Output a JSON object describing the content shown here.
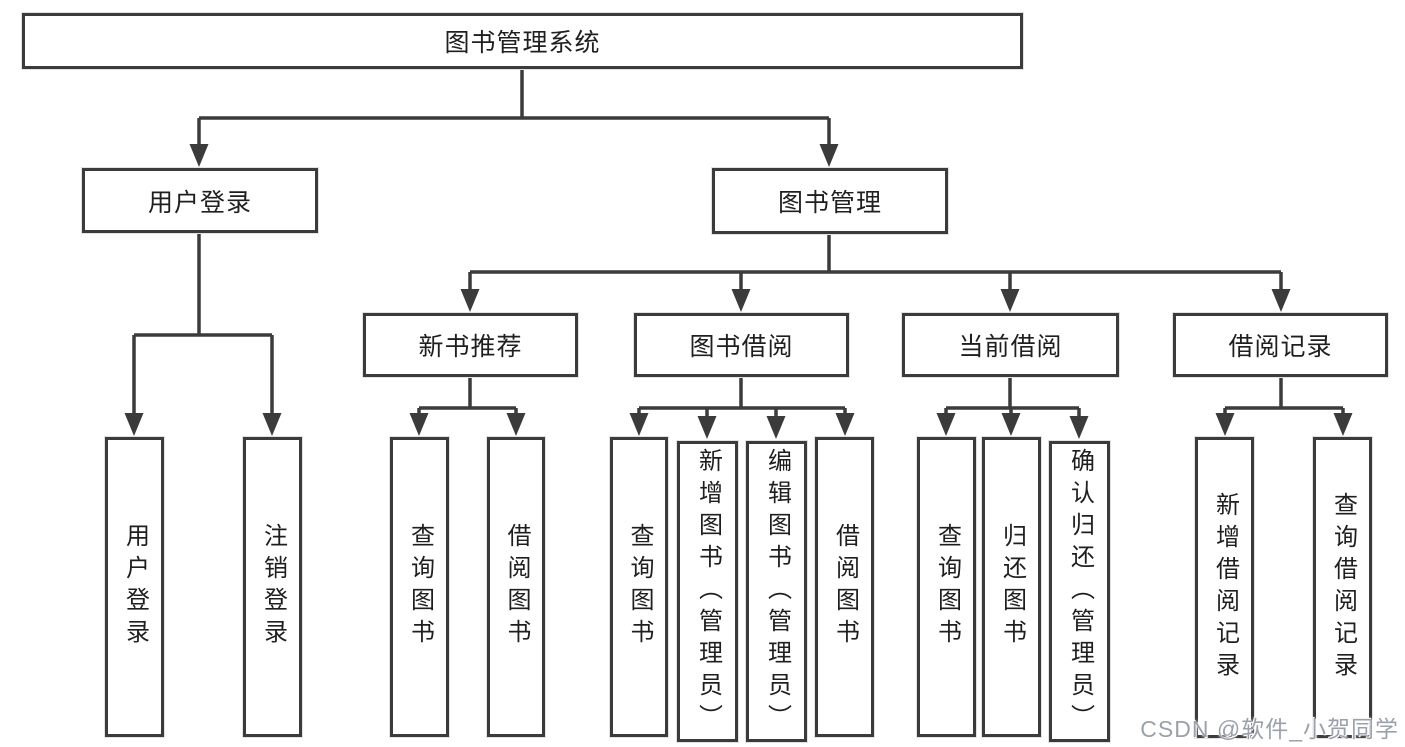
{
  "diagram": {
    "root": {
      "label": "图书管理系统"
    },
    "branches": [
      {
        "label": "用户登录",
        "leaves": [
          "用户登录",
          "注销登录"
        ]
      },
      {
        "label": "图书管理",
        "groups": [
          {
            "label": "新书推荐",
            "leaves": [
              "查询图书",
              "借阅图书"
            ]
          },
          {
            "label": "图书借阅",
            "leaves": [
              "查询图书",
              "新增图书（管理员）",
              "编辑图书（管理员）",
              "借阅图书"
            ]
          },
          {
            "label": "当前借阅",
            "leaves": [
              "查询图书",
              "归还图书",
              "确认归还（管理员）"
            ]
          },
          {
            "label": "借阅记录",
            "leaves": [
              "新增借阅记录",
              "查询借阅记录"
            ]
          }
        ]
      }
    ]
  },
  "watermark": {
    "text": "CSDN @软件_小贺同学"
  },
  "colors": {
    "line": "#3b3b3b",
    "box_border": "#3b3b3b",
    "background": "#ffffff",
    "watermark": "#9aa1ac"
  }
}
